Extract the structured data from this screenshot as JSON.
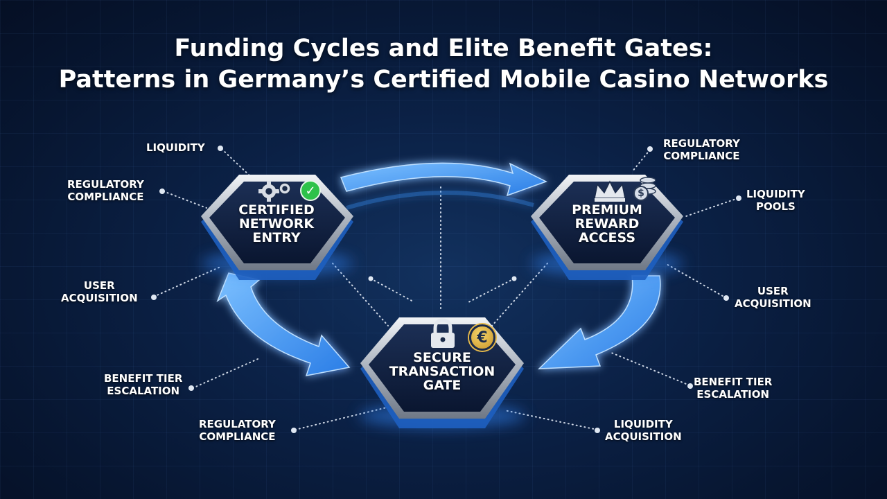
{
  "title": {
    "line1": "Funding Cycles and Elite Benefit Gates:",
    "line2": "Patterns in Germany’s Certified Mobile Casino Networks"
  },
  "nodes": {
    "certified": {
      "line1": "CERTIFIED",
      "line2": "NETWORK",
      "line3": "ENTRY",
      "icons": [
        "gears-icon",
        "check-icon"
      ]
    },
    "premium": {
      "line1": "PREMIUM",
      "line2": "REWARD",
      "line3": "ACCESS",
      "icons": [
        "crown-icon",
        "coin-stack-icon"
      ]
    },
    "secure": {
      "line1": "SECURE",
      "line2": "TRANSACTION",
      "line3": "GATE",
      "icons": [
        "lock-icon",
        "euro-coin-icon"
      ]
    }
  },
  "annotations": {
    "liquidity_top_left": {
      "line1": "LIQUIDITY"
    },
    "regulatory_left": {
      "line1": "REGULATORY",
      "line2": "COMPLIANCE"
    },
    "user_acq_left": {
      "line1": "USER",
      "line2": "ACQUISITION"
    },
    "benefit_left": {
      "line1": "BENEFIT TIER",
      "line2": "ESCALATION"
    },
    "regulatory_bottom_left": {
      "line1": "REGULATORY",
      "line2": "COMPLIANCE"
    },
    "regulatory_top_right": {
      "line1": "REGULATORY",
      "line2": "COMPLIANCE"
    },
    "liquidity_pools_right": {
      "line1": "LIQUIDITY",
      "line2": "POOLS"
    },
    "user_acq_right": {
      "line1": "USER",
      "line2": "ACQUISITION"
    },
    "benefit_right": {
      "line1": "BENEFIT TIER",
      "line2": "ESCALATION"
    },
    "liquidity_acq_bottom": {
      "line1": "LIQUIDITY",
      "line2": "ACQUISITION"
    }
  },
  "icon_glyphs": {
    "check": "✓",
    "euro": "€",
    "dollar": "$"
  },
  "colors": {
    "background": "#0b2146",
    "arrow_blue": "#3a8ff0",
    "glow_blue": "#2f7de8",
    "hex_dark": "#10203d",
    "hex_rim": "#c9ced6",
    "check_green": "#2ec24a",
    "coin_gold": "#e6b94a"
  }
}
